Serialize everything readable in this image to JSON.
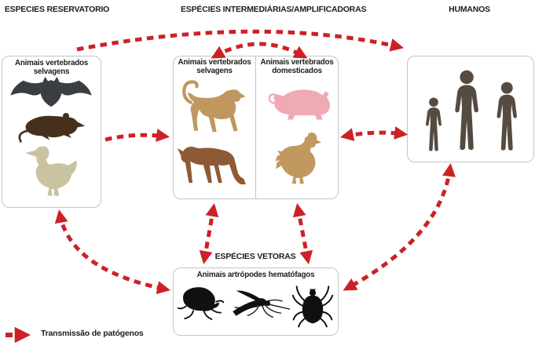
{
  "headers": {
    "reservoir": "ESPECIES RESERVATORIO",
    "intermediate": "ESPÉCIES INTERMEDIÁRIAS/AMPLIFICADORAS",
    "humans": "HUMANOS"
  },
  "boxes": {
    "reservoir": {
      "title": "Animais vertebrados selvagens",
      "animal_icons": [
        "bat-icon",
        "rat-icon",
        "duck-icon"
      ]
    },
    "intermediate_wild": {
      "title": "Animais vertebrados selvagens",
      "animal_icons": [
        "monkey-icon",
        "deer-icon"
      ]
    },
    "intermediate_domestic": {
      "title": "Animais vertebrados domesticados",
      "animal_icons": [
        "pig-icon",
        "chicken-icon"
      ]
    },
    "humans": {
      "animal_icons": [
        "person-child-icon",
        "person-adult-tall-icon",
        "person-adult-icon"
      ]
    },
    "vectors": {
      "section_label": "ESPÉCIES VETORAS",
      "title": "Animais artrópodes hematófagos",
      "animal_icons": [
        "flea-icon",
        "mosquito-icon",
        "tick-icon"
      ]
    }
  },
  "arrows": [
    {
      "from": "reservoir",
      "to": "humans",
      "bidirectional": false
    },
    {
      "from": "intermediate_wild",
      "to": "intermediate_domestic",
      "bidirectional": true
    },
    {
      "from": "reservoir",
      "to": "intermediate",
      "bidirectional": false
    },
    {
      "from": "intermediate",
      "to": "humans",
      "bidirectional": true
    },
    {
      "from": "reservoir",
      "to": "vectors",
      "bidirectional": true
    },
    {
      "from": "intermediate_wild",
      "to": "vectors",
      "bidirectional": true
    },
    {
      "from": "intermediate_domestic",
      "to": "vectors",
      "bidirectional": true
    },
    {
      "from": "humans",
      "to": "vectors",
      "bidirectional": true
    }
  ],
  "legend": {
    "label": "Transmissão de patógenos"
  },
  "colors": {
    "arrow": "#cc2127",
    "bat": "#3a3e43",
    "rat": "#45301b",
    "duck": "#c9c3a2",
    "monkey": "#c0985f",
    "deer": "#8e5a35",
    "pig": "#efaab4",
    "chicken": "#c1985f",
    "human": "#564b41",
    "vector_animal": "#101010",
    "box_border": "#c5c5c5",
    "text": "#1d1d1b"
  }
}
